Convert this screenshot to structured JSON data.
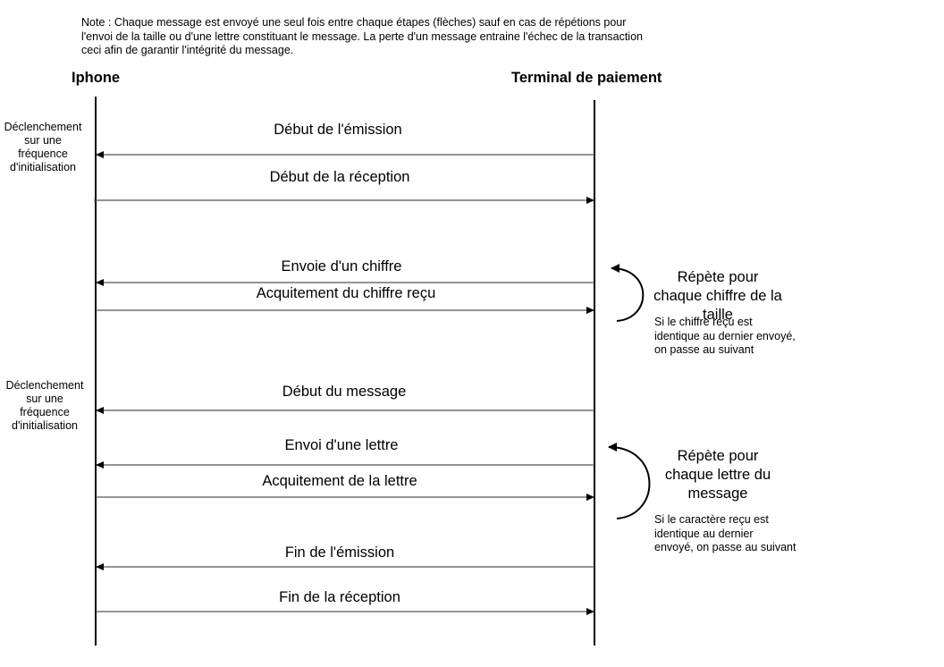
{
  "note": {
    "lines": [
      "Note : Chaque message est envoyé une seul fois entre chaque étapes (flèches) sauf en cas de répétions pour",
      "l'envoi de la taille ou d'une lettre constituant le message. La perte d'un message entraine l'échec de la transaction",
      "ceci afin de garantir l'intégrité du message."
    ]
  },
  "actors": {
    "left": "Iphone",
    "right": "Terminal de paiement"
  },
  "side_notes": [
    {
      "lines": [
        "Déclenchement",
        "sur une",
        "fréquence",
        "d'initialisation"
      ]
    },
    {
      "lines": [
        "Déclenchement",
        "sur une",
        "fréquence",
        "d'initialisation"
      ]
    }
  ],
  "messages": [
    {
      "label": "Début de l'émission",
      "direction": "to-left"
    },
    {
      "label": "Début de la réception",
      "direction": "to-right"
    },
    {
      "label": "Envoie d'un chiffre",
      "direction": "to-left"
    },
    {
      "label": "Acquitement du chiffre reçu",
      "direction": "to-right"
    },
    {
      "label": "Début du message",
      "direction": "to-left"
    },
    {
      "label": "Envoi d'une lettre",
      "direction": "to-left"
    },
    {
      "label": "Acquitement de la lettre",
      "direction": "to-right"
    },
    {
      "label": "Fin de l'émission",
      "direction": "to-left"
    },
    {
      "label": "Fin de la réception",
      "direction": "to-right"
    }
  ],
  "loops": [
    {
      "title": [
        "Répète pour",
        "chaque chiffre de la",
        "taille"
      ],
      "note": [
        "Si le chiffre reçu est",
        "identique au dernier envoyé,",
        "on passe au suivant"
      ]
    },
    {
      "title": [
        "Répète pour",
        "chaque lettre du",
        "message"
      ],
      "note": [
        "Si le caractère reçu est",
        "identique au dernier",
        "envoyé, on passe au suivant"
      ]
    }
  ]
}
